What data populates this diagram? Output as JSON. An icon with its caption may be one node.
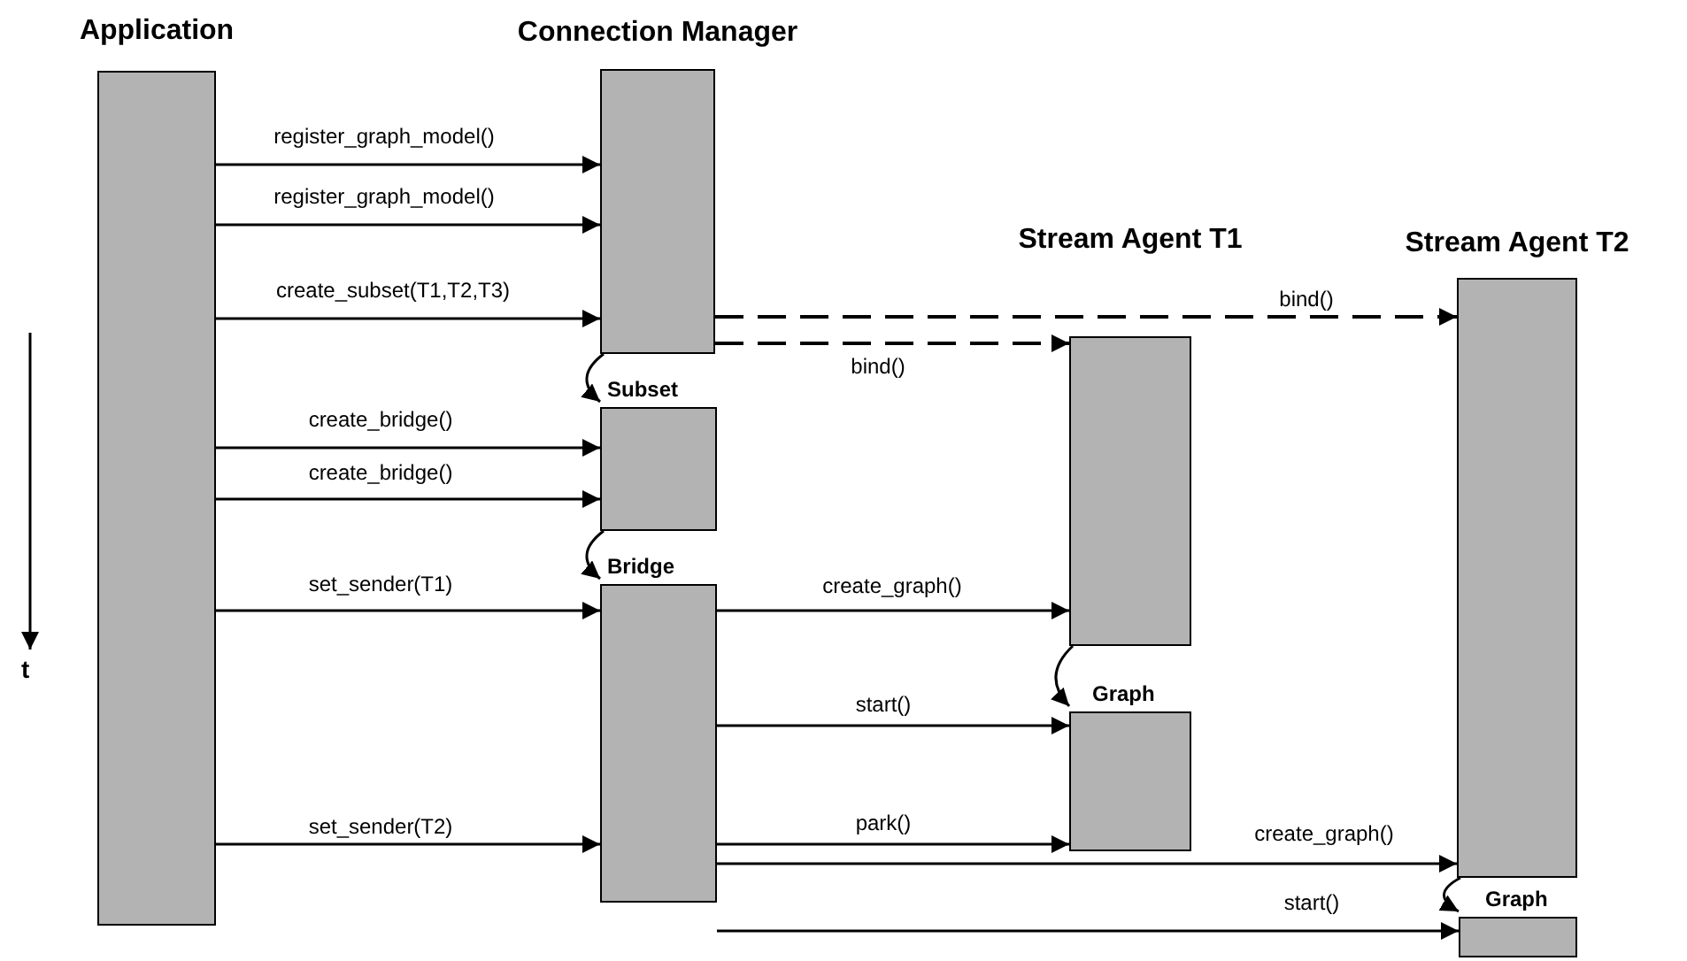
{
  "diagram": {
    "nodes": [
      {
        "text": [
          "Application"
        ]
      },
      {
        "text": [
          "Connection Manager"
        ]
      },
      {
        "text": [
          "Subset"
        ]
      },
      {
        "text": [
          "Bridge"
        ]
      },
      {
        "text": [
          "Stream Agent T1"
        ]
      },
      {
        "text": [
          "Graph"
        ]
      },
      {
        "text": [
          "Stream Agent T2"
        ]
      },
      {
        "text": [
          "Graph"
        ]
      }
    ],
    "edges": [
      {
        "from": 0,
        "to": 1,
        "arrow": "to",
        "label": "register_graph_model()"
      },
      {
        "from": 0,
        "to": 1,
        "arrow": "to",
        "label": "register_graph_model()"
      },
      {
        "from": 0,
        "to": 1,
        "arrow": "to",
        "label": "create_subset(T1,T2,T3)"
      },
      {
        "from": 1,
        "to": 6,
        "arrow": "to",
        "label": "bind()",
        "style": "dashed"
      },
      {
        "from": 1,
        "to": 4,
        "arrow": "to",
        "label": "bind()",
        "style": "dashed"
      },
      {
        "from": 1,
        "to": 2,
        "arrow": "to"
      },
      {
        "from": 0,
        "to": 2,
        "arrow": "to",
        "label": "create_bridge()"
      },
      {
        "from": 0,
        "to": 2,
        "arrow": "to",
        "label": "create_bridge()"
      },
      {
        "from": 2,
        "to": 3,
        "arrow": "to"
      },
      {
        "from": 0,
        "to": 3,
        "arrow": "to",
        "label": "set_sender(T1)"
      },
      {
        "from": 3,
        "to": 4,
        "arrow": "to",
        "label": "create_graph()"
      },
      {
        "from": 4,
        "to": 5,
        "arrow": "to"
      },
      {
        "from": 3,
        "to": 5,
        "arrow": "to",
        "label": "start()"
      },
      {
        "from": 0,
        "to": 3,
        "arrow": "to",
        "label": "set_sender(T2)"
      },
      {
        "from": 3,
        "to": 5,
        "arrow": "to",
        "label": "park()"
      },
      {
        "from": 3,
        "to": 6,
        "arrow": "to",
        "label": "create_graph()"
      },
      {
        "from": 6,
        "to": 7,
        "arrow": "to"
      },
      {
        "from": 3,
        "to": 7,
        "arrow": "to",
        "label": "start()"
      }
    ],
    "labels": [
      "t"
    ]
  }
}
